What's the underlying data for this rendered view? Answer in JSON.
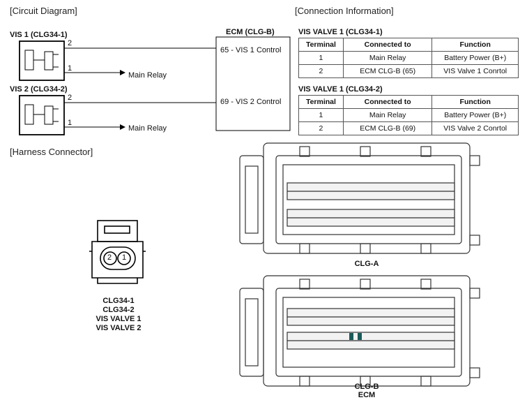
{
  "sections": {
    "circuit": "[Circuit Diagram]",
    "connection": "[Connection Information]",
    "harness": "[Harness Connector]"
  },
  "circuit": {
    "vis1": "VIS 1 (CLG34-1)",
    "vis2": "VIS 2 (CLG34-2)",
    "ecm": "ECM (CLG-B)",
    "pin2": "2",
    "pin1": "1",
    "main_relay": "Main Relay",
    "vis1_control": "65 - VIS 1 Control",
    "vis2_control": "69 - VIS 2 Control"
  },
  "connection": {
    "table1_title": "VIS VALVE 1 (CLG34-1)",
    "table2_title": "VIS VALVE 1 (CLG34-2)",
    "headers": [
      "Terminal",
      "Connected to",
      "Function"
    ],
    "table1_rows": [
      [
        "1",
        "Main Relay",
        "Battery Power (B+)"
      ],
      [
        "2",
        "ECM CLG-B (65)",
        "VIS Valve 1 Conrtol"
      ]
    ],
    "table2_rows": [
      [
        "1",
        "Main Relay",
        "Battery Power (B+)"
      ],
      [
        "2",
        "ECM CLG-B (69)",
        "VIS Valve 2 Conrtol"
      ]
    ]
  },
  "harness": {
    "small_pin2": "2",
    "small_pin1": "1",
    "small_labels": [
      "CLG34-1",
      "CLG34-2",
      "VIS VALVE 1",
      "VIS VALVE 2"
    ],
    "clga_label": "CLG-A",
    "clgb_label": "CLG-B",
    "ecm_label": "ECM"
  }
}
